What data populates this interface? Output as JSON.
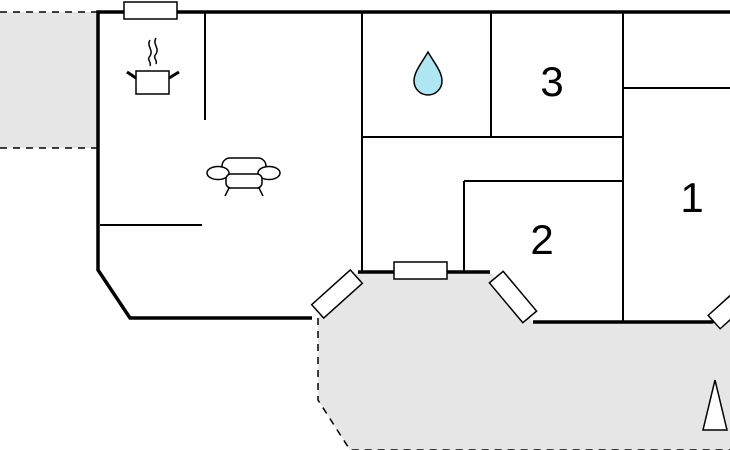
{
  "floorplan": {
    "rooms": [
      {
        "id": "bedroom-1",
        "label": "1"
      },
      {
        "id": "bedroom-2",
        "label": "2"
      },
      {
        "id": "bedroom-3",
        "label": "3"
      }
    ],
    "icons": {
      "kitchen": "cooking-pot-icon",
      "living": "sofa-icon",
      "bathroom": "water-drop-icon",
      "north": "north-arrow-icon"
    },
    "colors": {
      "outdoor_area": "#e6e6e6",
      "water_drop": "#aee6f2",
      "walls": "#000000"
    }
  }
}
